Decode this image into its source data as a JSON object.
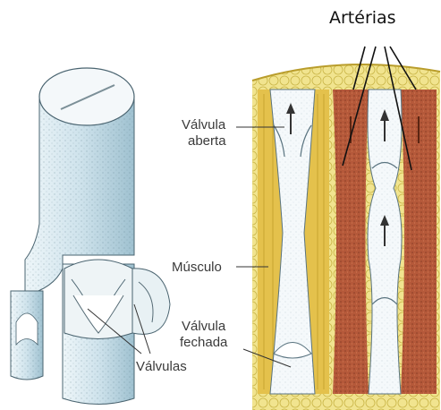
{
  "labels": {
    "arterias": "Artérias",
    "valvula_aberta_line1": "Válvula",
    "valvula_aberta_line2": "aberta",
    "musculo": "Músculo",
    "valvula_fechada_line1": "Válvula",
    "valvula_fechada_line2": "fechada",
    "valvulas": "Válvulas"
  },
  "colors": {
    "vein": "#d4e6ee",
    "vein_shade": "#a9c8d6",
    "artery": "#b5593a",
    "muscle": "#e3c04a",
    "fat": "#efe08a",
    "valve": "#f3f6f7",
    "text": "#3a3a3a"
  }
}
